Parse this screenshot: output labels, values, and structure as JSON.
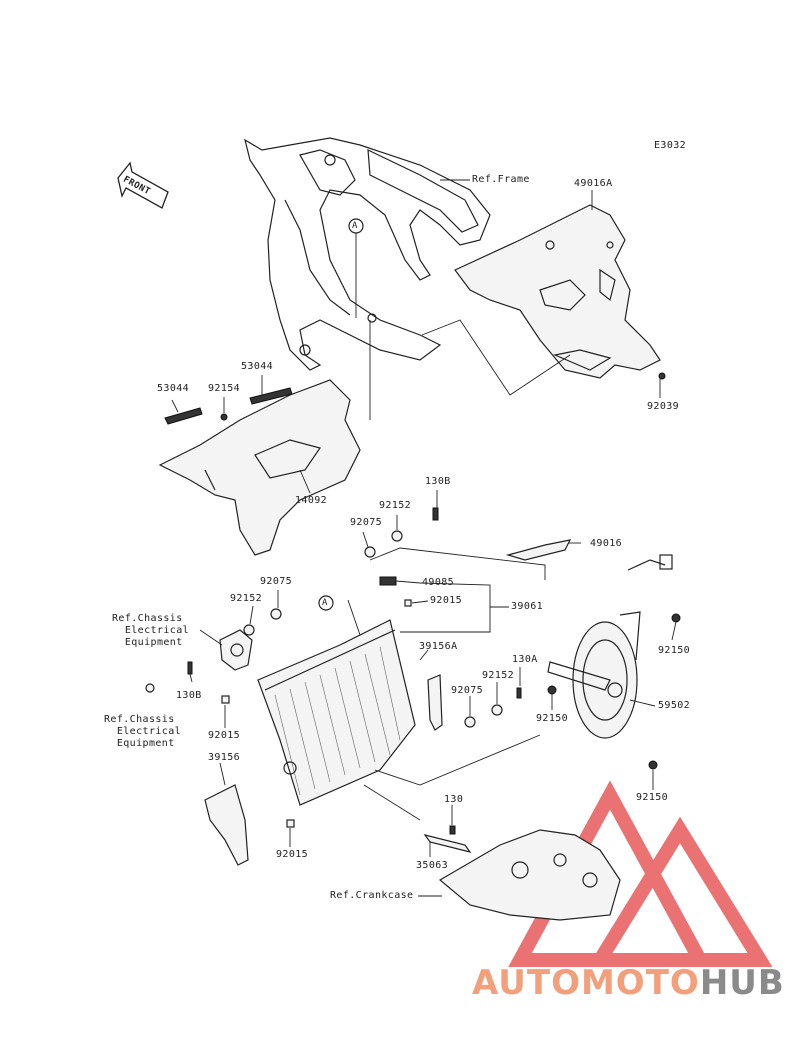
{
  "figure_code": "E3032",
  "front_label": "FRONT",
  "ref_frame": "Ref.Frame",
  "ref_chassis_1": "Ref.Chassis\n  Electrical\n  Equipment",
  "ref_chassis_2": "Ref.Chassis\n  Electrical\n  Equipment",
  "ref_crankcase": "Ref.Crankcase",
  "circle_a": "A",
  "parts": {
    "p49016A": "49016A",
    "p92039": "92039",
    "p53044_left": "53044",
    "p92154": "92154",
    "p53044_right": "53044",
    "p14092": "14092",
    "p130B_top": "130B",
    "p92152_top": "92152",
    "p92075_top": "92075",
    "p49016": "49016",
    "p49085": "49085",
    "p92015_top": "92015",
    "p39061": "39061",
    "p92075_left": "92075",
    "p92152_left": "92152",
    "p130B_left": "130B",
    "p39156A": "39156A",
    "p130A": "130A",
    "p92152_mid": "92152",
    "p92075_mid": "92075",
    "p92150_top": "92150",
    "p92150_mid": "92150",
    "p59502": "59502",
    "p92015_left": "92015",
    "p39156": "39156",
    "p92150_bottom": "92150",
    "p130": "130",
    "p92015_bottom": "92015",
    "p35063": "35063"
  },
  "watermark": {
    "part1": "AUTOMOTO",
    "part2": "HUB",
    "color1": "#f2a07c",
    "color2": "#8a8a8a",
    "logo_color": "#e85a5a"
  }
}
